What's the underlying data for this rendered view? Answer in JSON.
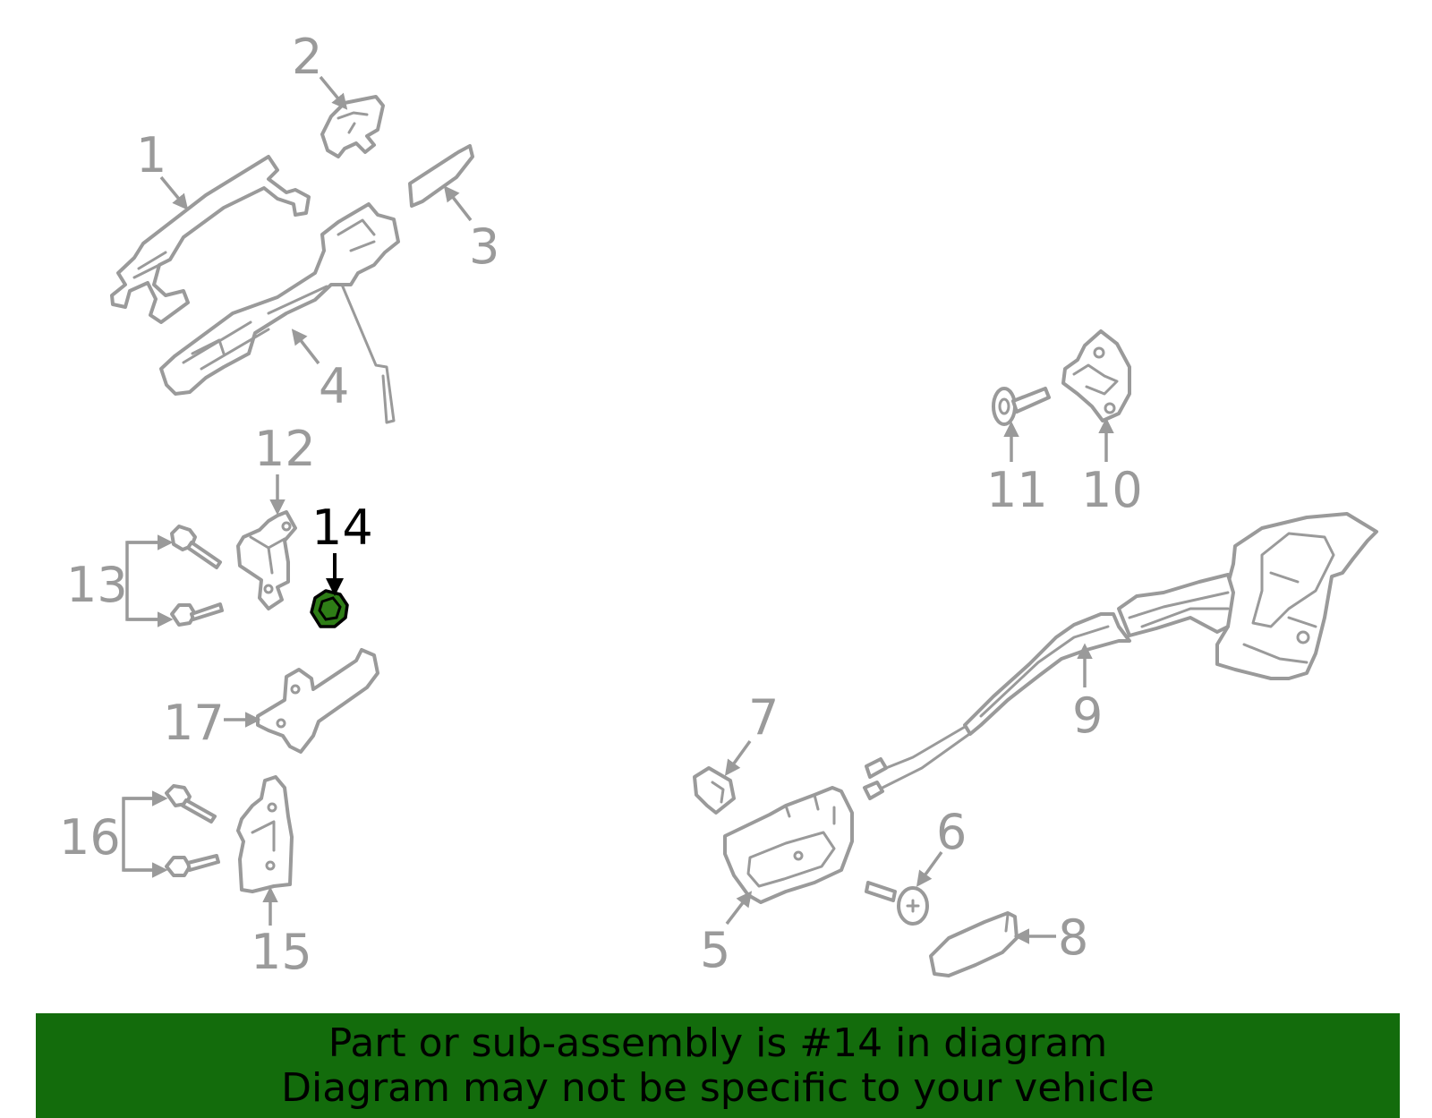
{
  "diagram": {
    "highlight_color": "#2e7d16",
    "callouts": [
      {
        "id": "1",
        "label": "1"
      },
      {
        "id": "2",
        "label": "2"
      },
      {
        "id": "3",
        "label": "3"
      },
      {
        "id": "4",
        "label": "4"
      },
      {
        "id": "5",
        "label": "5"
      },
      {
        "id": "6",
        "label": "6"
      },
      {
        "id": "7",
        "label": "7"
      },
      {
        "id": "8",
        "label": "8"
      },
      {
        "id": "9",
        "label": "9"
      },
      {
        "id": "10",
        "label": "10"
      },
      {
        "id": "11",
        "label": "11"
      },
      {
        "id": "12",
        "label": "12"
      },
      {
        "id": "13",
        "label": "13"
      },
      {
        "id": "14",
        "label": "14",
        "highlighted": true
      },
      {
        "id": "15",
        "label": "15"
      },
      {
        "id": "16",
        "label": "16"
      },
      {
        "id": "17",
        "label": "17"
      }
    ]
  },
  "banner": {
    "background": "#136c0c",
    "line1": "Part or sub-assembly is #14 in diagram",
    "line2": "Diagram may not be specific to your vehicle"
  }
}
